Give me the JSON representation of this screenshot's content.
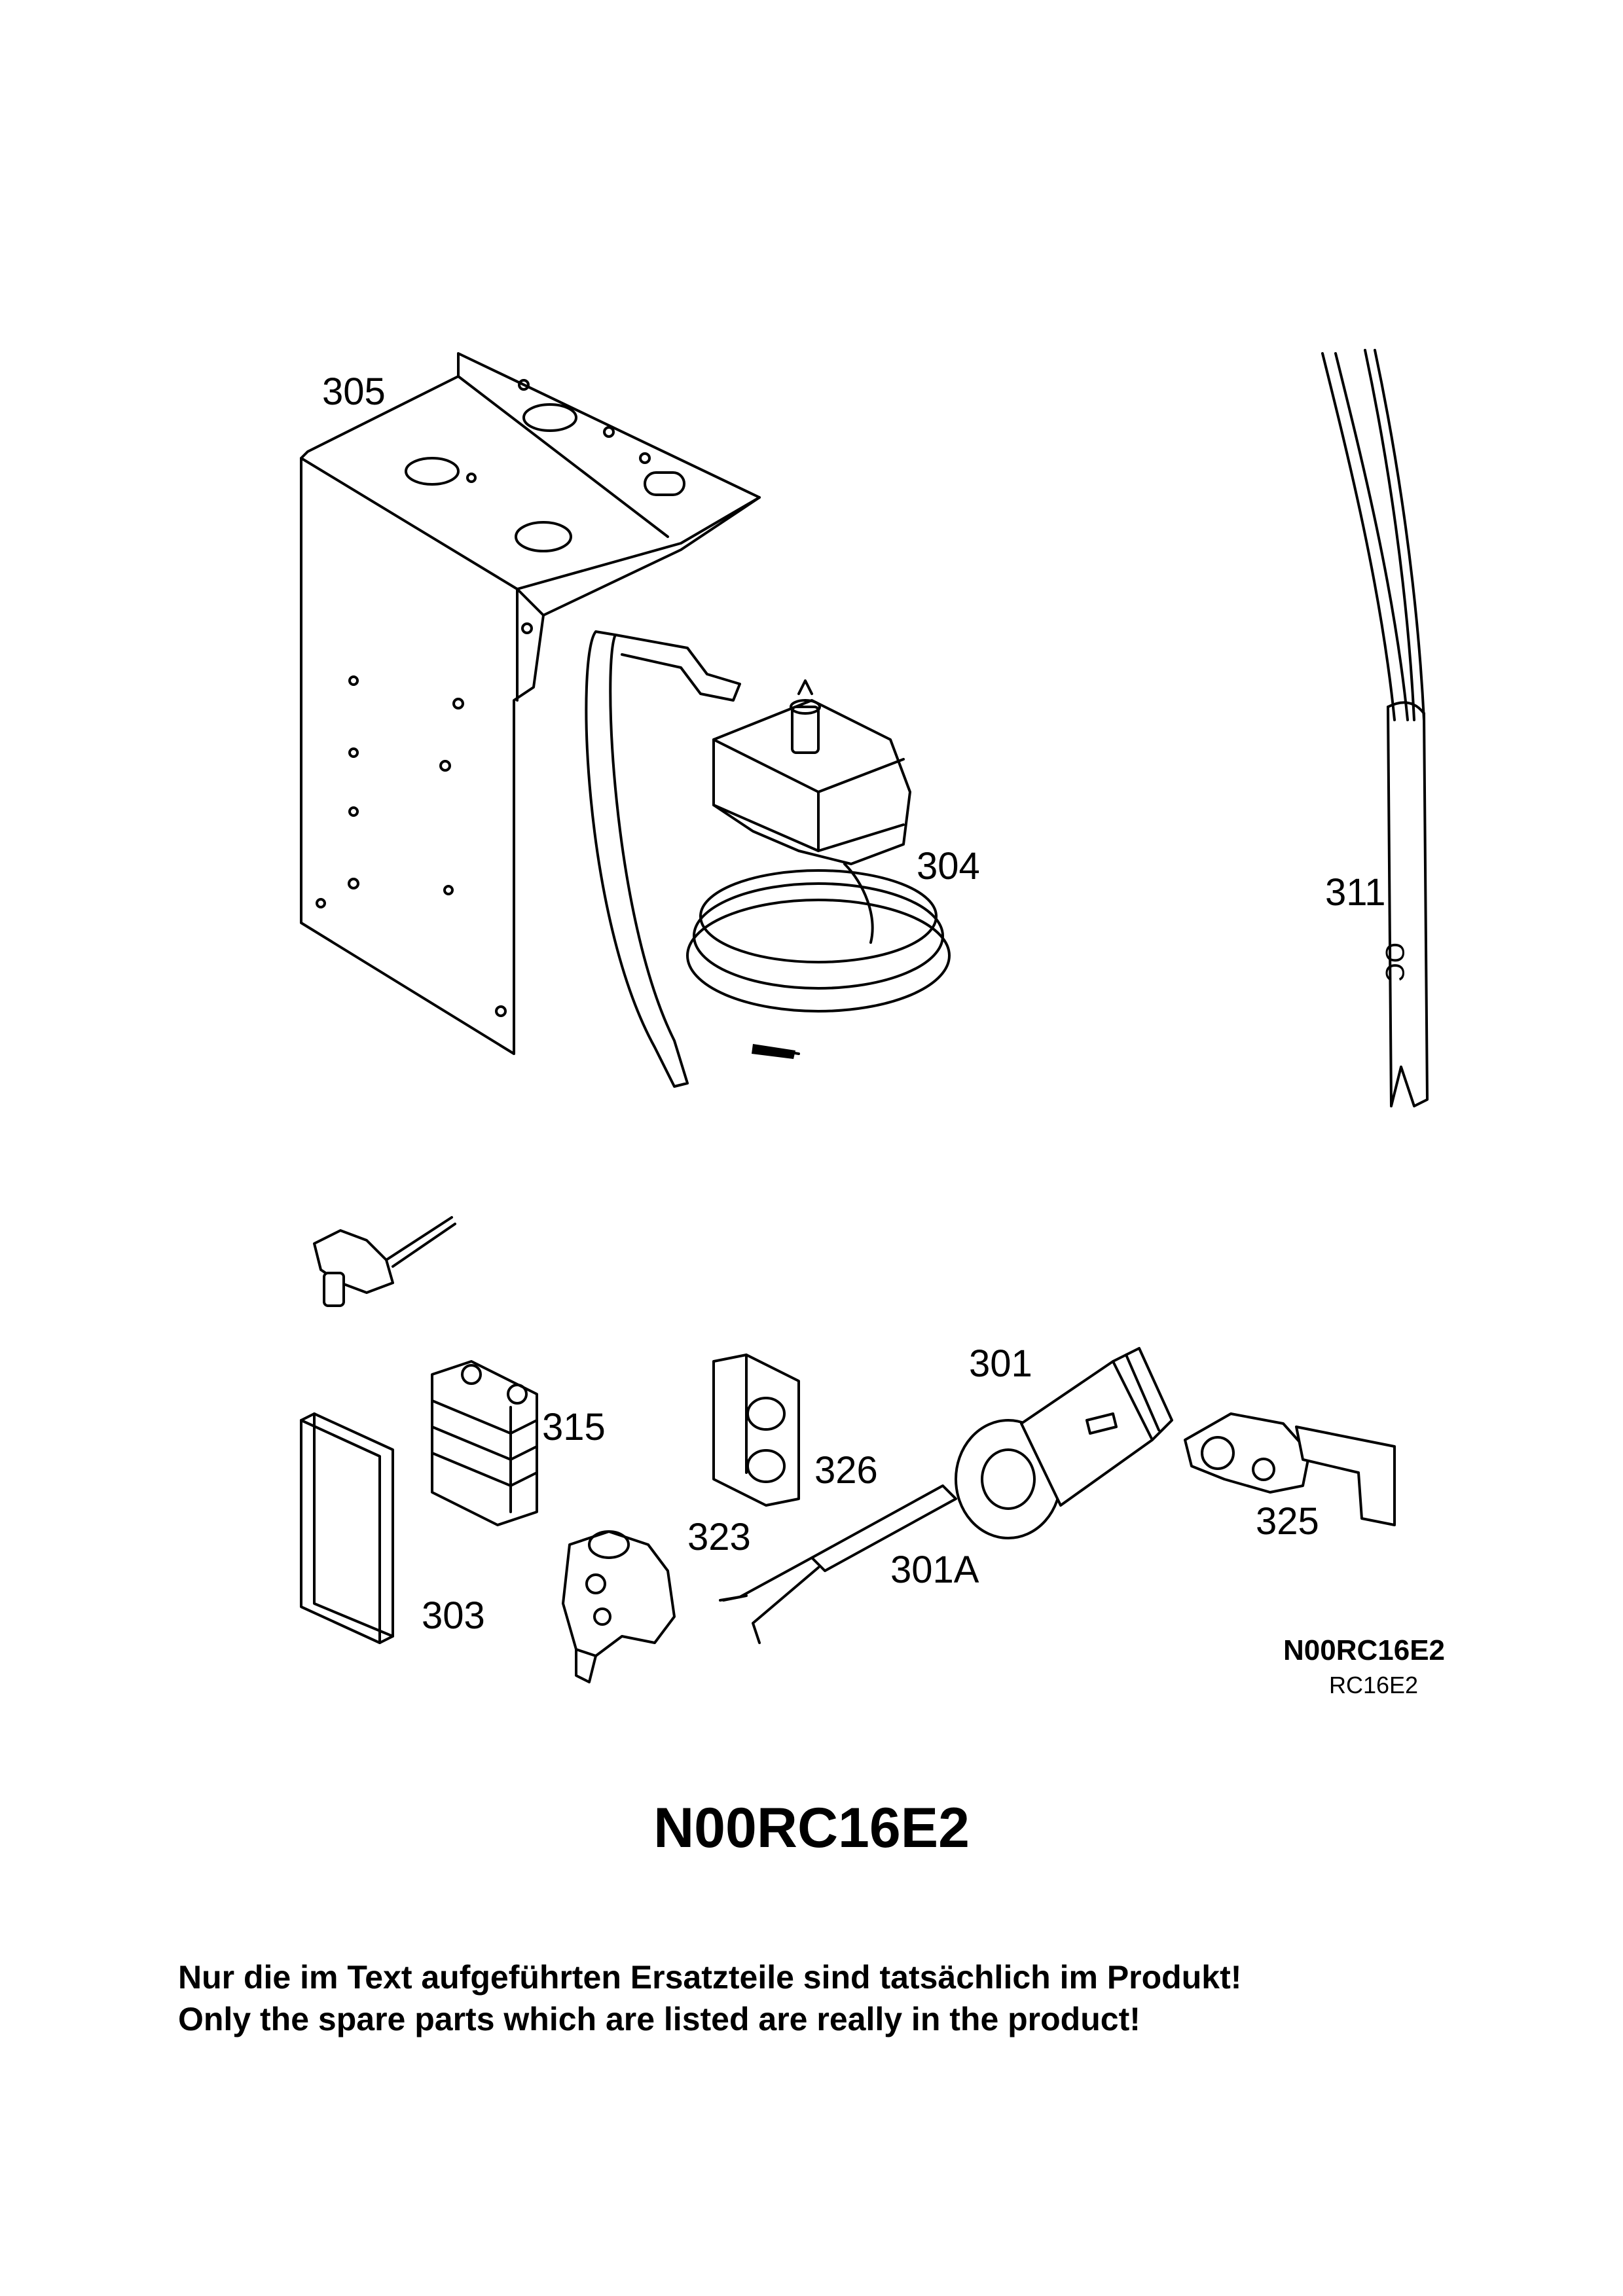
{
  "parts": {
    "p305": "305",
    "p304": "304",
    "p311": "311",
    "p315": "315",
    "p301": "301",
    "p326": "326",
    "p325": "325",
    "p323": "323",
    "p301a": "301A",
    "p303": "303"
  },
  "cable_marking": "OC",
  "codes": {
    "bold": "N00RC16E2",
    "small": "RC16E2"
  },
  "title": "N00RC16E2",
  "notes": {
    "de": "Nur die im Text aufgeführten Ersatzteile sind tatsächlich im Produkt!",
    "en": "Only the spare parts which are listed are really in the product!"
  }
}
